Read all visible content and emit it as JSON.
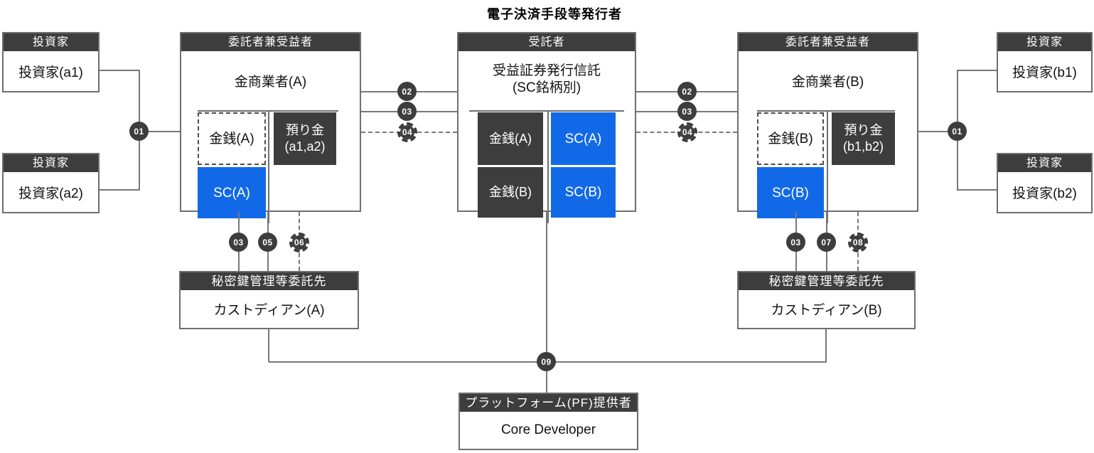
{
  "title": "電子決済手段等発行者",
  "colors": {
    "dark": "#3d3d3d",
    "blue": "#1269e8",
    "line": "#787878"
  },
  "investors": {
    "header": "投資家",
    "a1": "投資家(a1)",
    "a2": "投資家(a2)",
    "b1": "投資家(b1)",
    "b2": "投資家(b2)"
  },
  "broker_a": {
    "header": "委託者兼受益者",
    "name": "金商業者(A)",
    "cash": "金銭(A)",
    "deposit_line1": "預り金",
    "deposit_line2": "(a1,a2)",
    "sc": "SC(A)"
  },
  "trustee": {
    "header": "受託者",
    "name_line1": "受益証券発行信託",
    "name_line2": "(SC銘柄別)",
    "cash_a": "金銭(A)",
    "sc_a": "SC(A)",
    "cash_b": "金銭(B)",
    "sc_b": "SC(B)"
  },
  "broker_b": {
    "header": "委託者兼受益者",
    "name": "金商業者(B)",
    "cash": "金銭(B)",
    "deposit_line1": "預り金",
    "deposit_line2": "(b1,b2)",
    "sc": "SC(B)"
  },
  "custodian_a": {
    "header": "秘密鍵管理等委託先",
    "name": "カストディアン(A)"
  },
  "custodian_b": {
    "header": "秘密鍵管理等委託先",
    "name": "カストディアン(B)"
  },
  "platform": {
    "header": "プラットフォーム(PF)提供者",
    "name": "Core Developer"
  },
  "badges": {
    "b01_left": "01",
    "b02_left": "02",
    "b03_left": "03",
    "b04_left": "04",
    "b02_right": "02",
    "b03_right": "03",
    "b04_right": "04",
    "b01_right": "01",
    "b03_under_a": "03",
    "b05": "05",
    "b06": "06",
    "b03_under_b": "03",
    "b07": "07",
    "b08": "08",
    "b09": "09"
  }
}
